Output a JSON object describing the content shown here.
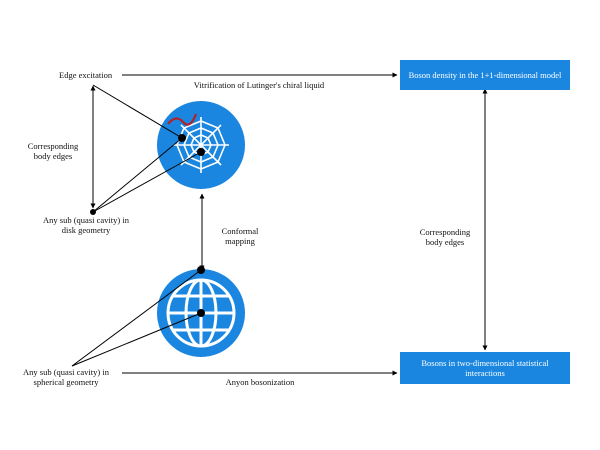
{
  "nodes": {
    "edge_excitation": "Edge excitation",
    "sub_disk": "Any sub (quasi cavity) in disk geometry",
    "sub_sphere": "Any sub (quasi cavity) in spherical geometry",
    "boson_density": "Boson density in the 1+1-dimensional model",
    "bosons_stat": "Bosons in two-dimensional statistical interactions"
  },
  "edges": {
    "vitrification": "Vitrification of Lutinger's chiral liquid",
    "corr_left": "Corresponding body edges",
    "conformal": "Conformal mapping",
    "corr_right": "Corresponding body edges",
    "anyon": "Anyon bosonization"
  },
  "icons": {
    "disk": "spider-web-icon",
    "sphere": "globe-icon"
  },
  "colors": {
    "accent": "#1a86e0",
    "web_red": "#b0232a",
    "arrow": "#000000"
  }
}
